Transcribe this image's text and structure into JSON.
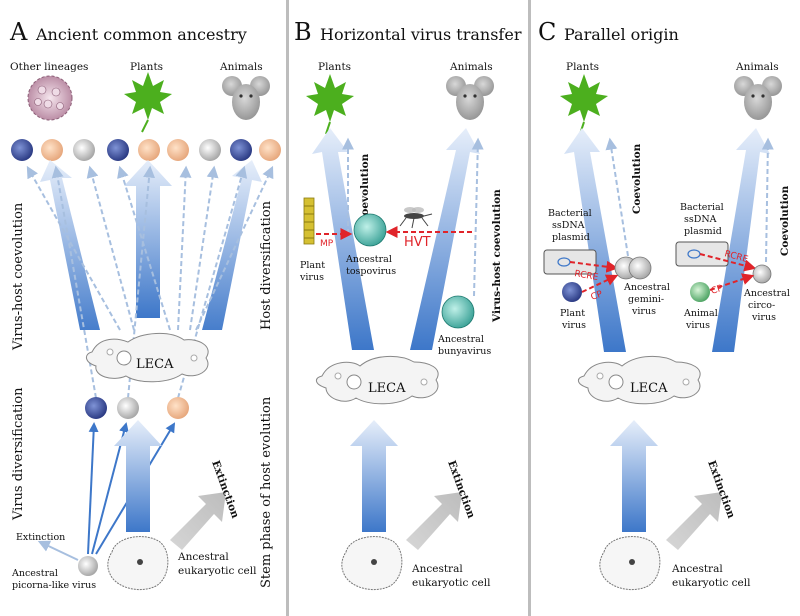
{
  "panels": [
    {
      "letter": "A",
      "title": "Ancient common ancestry"
    },
    {
      "letter": "B",
      "title": "Horizontal virus transfer"
    },
    {
      "letter": "C",
      "title": "Parallel origin"
    }
  ],
  "hosts": {
    "other": "Other lineages",
    "plants": "Plants",
    "animals": "Animals"
  },
  "leca": "LECA",
  "ancestral_cell": [
    "Ancestral",
    "eukaryotic cell"
  ],
  "extinction": "Extinction",
  "coevolution": "Coevolution",
  "panel_a": {
    "virus_host_coevolution": "Virus-host coevolution",
    "virus_diversification": "Virus diversification",
    "extinction_small": "Extinction",
    "picorna": [
      "Ancestral",
      "picorna-like virus"
    ]
  },
  "panel_b": {
    "host_diversification": "Host diversification",
    "stem_phase": "Stem phase of host evolution",
    "plant_virus": [
      "Plant",
      "virus"
    ],
    "mp": "MP",
    "hvt": "HVT",
    "tospovirus": [
      "Ancestral",
      "tospovirus"
    ],
    "virus_host_coevolution": "Virus-host coevolution",
    "bunyavirus": [
      "Ancestral",
      "bunyavirus"
    ]
  },
  "panel_c": {
    "plasmid": [
      "Bacterial",
      "ssDNA",
      "plasmid"
    ],
    "rcre": "RCRE",
    "cp": "CP",
    "plant_virus": [
      "Plant",
      "virus"
    ],
    "geminivirus": [
      "Ancestral",
      "gemini-",
      "virus"
    ],
    "animal_virus": [
      "Animal",
      "virus"
    ],
    "circovirus": [
      "Ancestral",
      "circo-",
      "virus"
    ]
  },
  "colors": {
    "arrow_blue": "#3d77c9",
    "arrow_light": "#dfeaf8",
    "red": "#e0242a",
    "plant_green": "#4caf1e",
    "grey_arrow": "#c4c4c4"
  }
}
